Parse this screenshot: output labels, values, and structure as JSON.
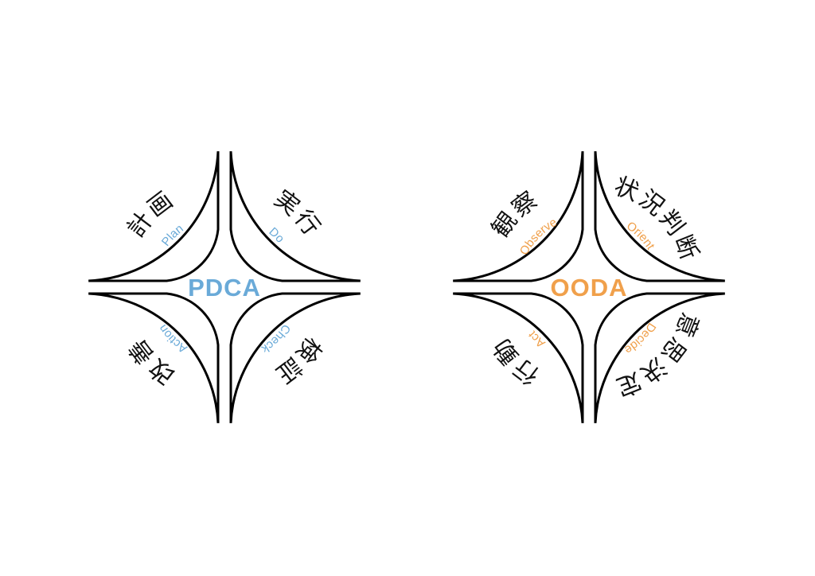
{
  "diagrams": [
    {
      "title": "PDCA",
      "color": "#6aaad8",
      "segments": [
        {
          "position": "top-left",
          "jp": "計画",
          "en": "Plan"
        },
        {
          "position": "top-right",
          "jp": "実行",
          "en": "Do"
        },
        {
          "position": "bottom-right",
          "jp": "検証",
          "en": "Check"
        },
        {
          "position": "bottom-left",
          "jp": "改善",
          "en": "Action"
        }
      ]
    },
    {
      "title": "OODA",
      "color": "#f0a04b",
      "segments": [
        {
          "position": "top-left",
          "jp": "観察",
          "en": "Observe"
        },
        {
          "position": "top-right",
          "jp": "状況判断",
          "en": "Orient"
        },
        {
          "position": "bottom-right",
          "jp": "意思決定",
          "en": "Decide"
        },
        {
          "position": "bottom-left",
          "jp": "行動",
          "en": "Act"
        }
      ]
    }
  ]
}
